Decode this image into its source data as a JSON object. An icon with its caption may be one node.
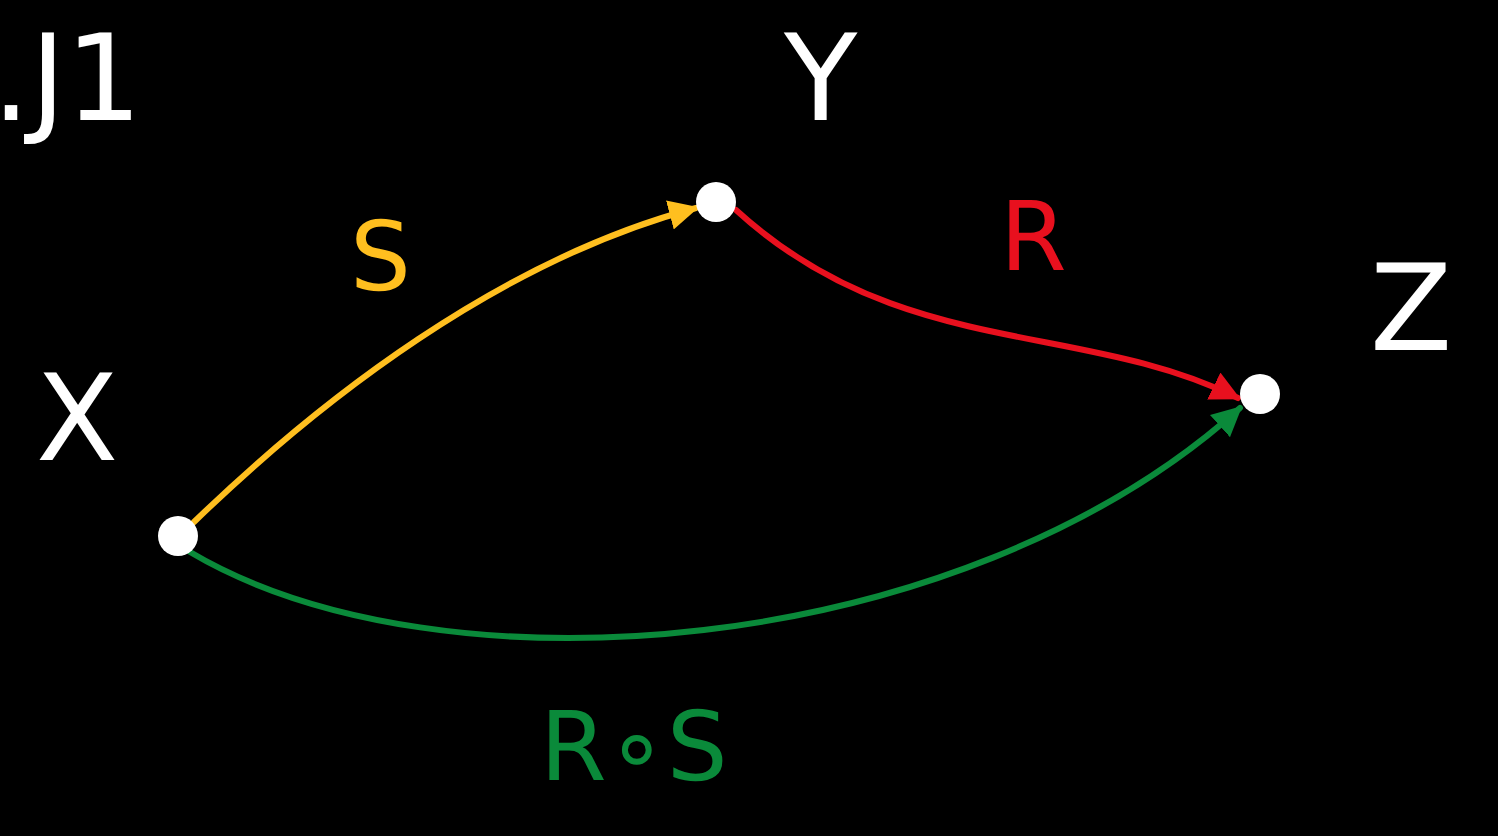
{
  "diagram": {
    "nodes": [
      {
        "text": [],
        "shape": "circle",
        "beside": [
          "X"
        ]
      },
      {
        "text": [],
        "shape": "circle",
        "beside": [
          "Y"
        ]
      },
      {
        "text": [],
        "shape": "circle",
        "beside": [
          "Z"
        ]
      }
    ],
    "edges": [
      {
        "from": 0,
        "to": 1,
        "arrow": "to",
        "label": "S",
        "color": "#ffbf1f"
      },
      {
        "from": 1,
        "to": 2,
        "arrow": "to",
        "label": "R",
        "color": "#e8101e"
      },
      {
        "from": 0,
        "to": 2,
        "arrow": "to",
        "label": "R∘S",
        "color": "#0a8a3a"
      }
    ],
    "labels": [
      ".J1"
    ]
  }
}
